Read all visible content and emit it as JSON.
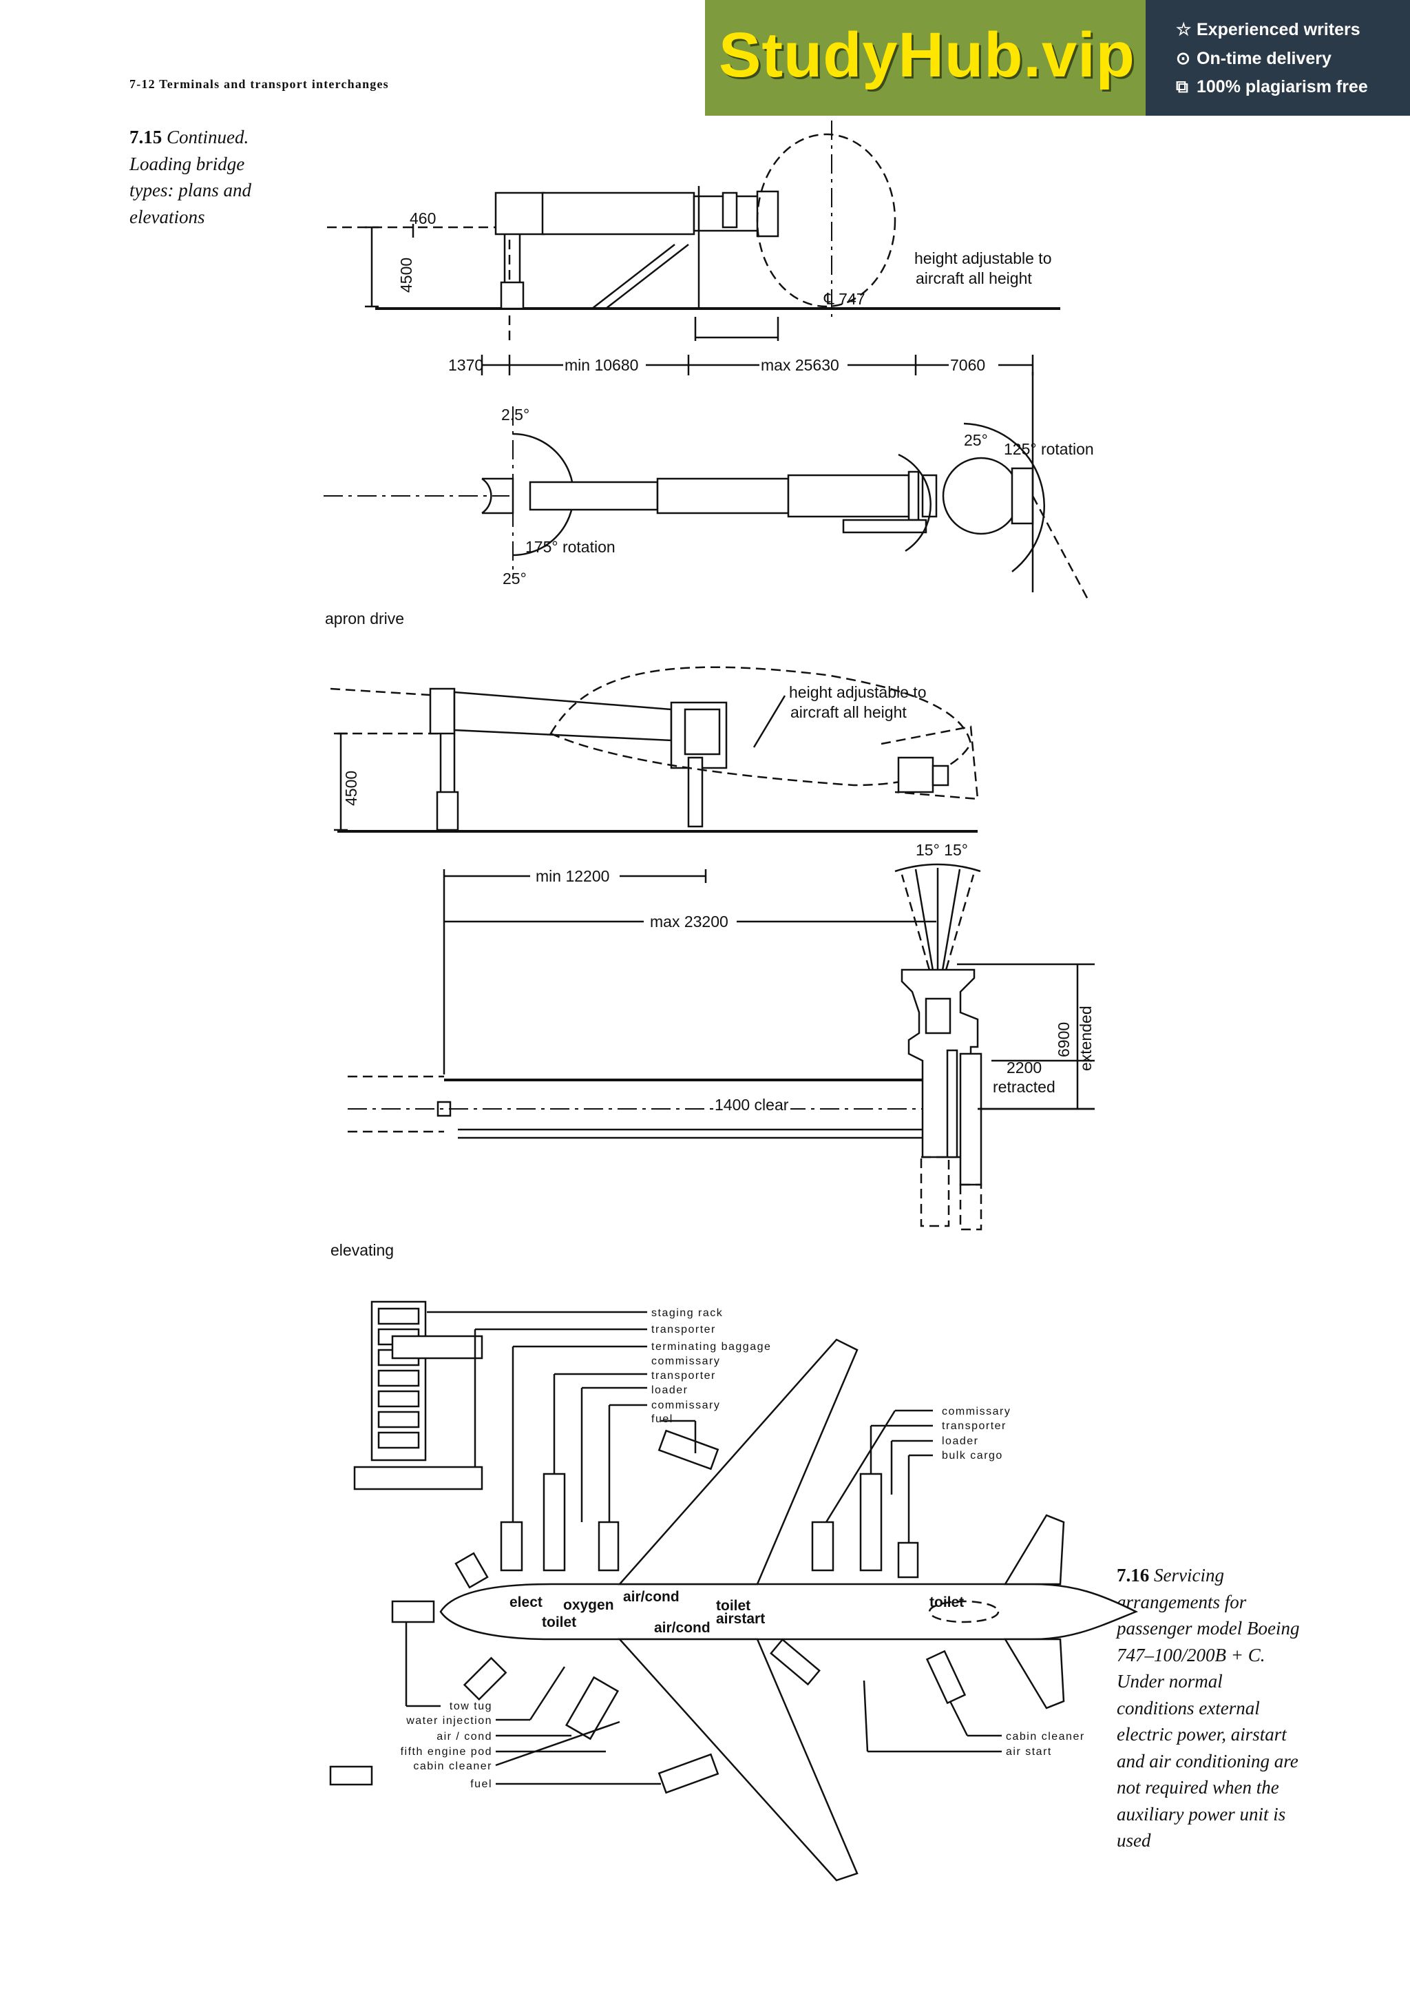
{
  "running_head": "7-12  Terminals  and  transport  interchanges",
  "banner": {
    "brand": "StudyHub.vip",
    "perks": [
      {
        "icon": "star-icon",
        "glyph": "☆",
        "text": "Experienced writers"
      },
      {
        "icon": "clock-icon",
        "glyph": "⊙",
        "text": "On-time delivery"
      },
      {
        "icon": "copy-icon",
        "glyph": "⧉",
        "text": "100% plagiarism free"
      }
    ],
    "colors": {
      "green": "#7e9b3d",
      "dark": "#2a3a48",
      "brand_text": "#ffe600"
    }
  },
  "figure_715": {
    "number": "7.15",
    "caption": "Continued. Loading bridge types: plans and elevations",
    "apron_elev": {
      "dim_460": "460",
      "dim_4500": "4500",
      "height_note_1": "height adjustable to",
      "height_note_2": "aircraft all height",
      "cl_label": "℄  747"
    },
    "apron_plan": {
      "dim_1370": "1370",
      "dim_min": "min 10680",
      "dim_max": "max 25630",
      "dim_7060": "7060",
      "angle_a": "2.5°",
      "angle_b": "25°",
      "rot_125": "125° rotation",
      "rot_175": "175° rotation",
      "angle_c": "25°"
    },
    "section_apron": "apron drive",
    "elev_elev": {
      "height_note_1": "height adjustable to",
      "height_note_2": "aircraft all height",
      "dim_4500": "4500"
    },
    "elev_plan": {
      "angles": "15° 15°",
      "dim_min": "min 12200",
      "dim_max": "max 23200",
      "extended": "extended",
      "dim_6900": "6900",
      "dim_2200": "2200",
      "retracted": "retracted",
      "clear": "1400 clear"
    },
    "section_elev": "elevating"
  },
  "figure_716": {
    "number": "7.16",
    "caption": "Servicing arrangements for passenger model Boeing 747–100/200B + C. Under normal conditions external electric power, airstart and air conditioning are not required when the auxiliary power unit is used",
    "labels_top_left": [
      "staging  rack",
      "transporter",
      "terminating  baggage",
      "commissary",
      "transporter",
      "loader",
      "commissary",
      "fuel"
    ],
    "labels_top_right": [
      "commissary",
      "transporter",
      "loader",
      "bulk  cargo"
    ],
    "labels_bottom_left": [
      "tow  tug",
      "water  injection",
      "air / cond",
      "fifth  engine  pod",
      "cabin  cleaner",
      "fuel"
    ],
    "labels_bottom_right": [
      "cabin  cleaner",
      "air  start"
    ],
    "in_plane": {
      "elect": "elect",
      "oxygen": "oxygen",
      "aircond1": "air/cond",
      "toilet1": "toilet",
      "toilet2": "toilet",
      "airstart": "airstart",
      "aircond2": "air/cond",
      "toilet3": "toilet"
    }
  }
}
